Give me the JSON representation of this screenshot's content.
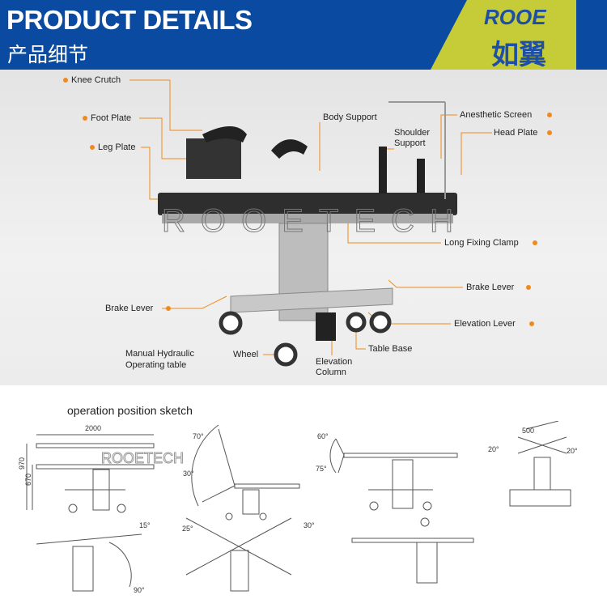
{
  "header": {
    "title": "PRODUCT DETAILS",
    "subtitle": "产品细节",
    "logo_text_en": "ROOE",
    "logo_text_cn": "如翼",
    "colors": {
      "banner": "#0a4aa0",
      "logo_panel": "#c6cb38",
      "callout": "#f08a1c"
    }
  },
  "photo": {
    "watermark": "ROOETECH",
    "labels": {
      "knee_crutch": "Knee Crutch",
      "foot_plate": "Foot Plate",
      "leg_plate": "Leg Plate",
      "body_support": "Body Support",
      "shoulder_support_1": "Shoulder",
      "shoulder_support_2": "Support",
      "anesthetic_screen": "Anesthetic Screen",
      "head_plate": "Head Plate",
      "long_fixing_clamp": "Long Fixing Clamp",
      "brake_lever_right": "Brake Lever",
      "elevation_lever": "Elevation Lever",
      "table_base": "Table Base",
      "elevation_column_1": "Elevation",
      "elevation_column_2": "Column",
      "wheel": "Wheel",
      "brake_lever_left": "Brake Lever",
      "product_name_1": "Manual Hydraulic",
      "product_name_2": "Operating table"
    }
  },
  "sketch": {
    "title": "operation position sketch",
    "watermark": "ROOETECH",
    "dims": {
      "length": "2000",
      "max_height": "970",
      "min_height": "670",
      "a70": "70°",
      "a30": "30°",
      "a60": "60°",
      "a75": "75°",
      "width": "500",
      "tilt_l": "20°",
      "tilt_r": "20°",
      "a15": "15°",
      "a90": "90°",
      "a25": "25°",
      "a30b": "30°"
    }
  }
}
